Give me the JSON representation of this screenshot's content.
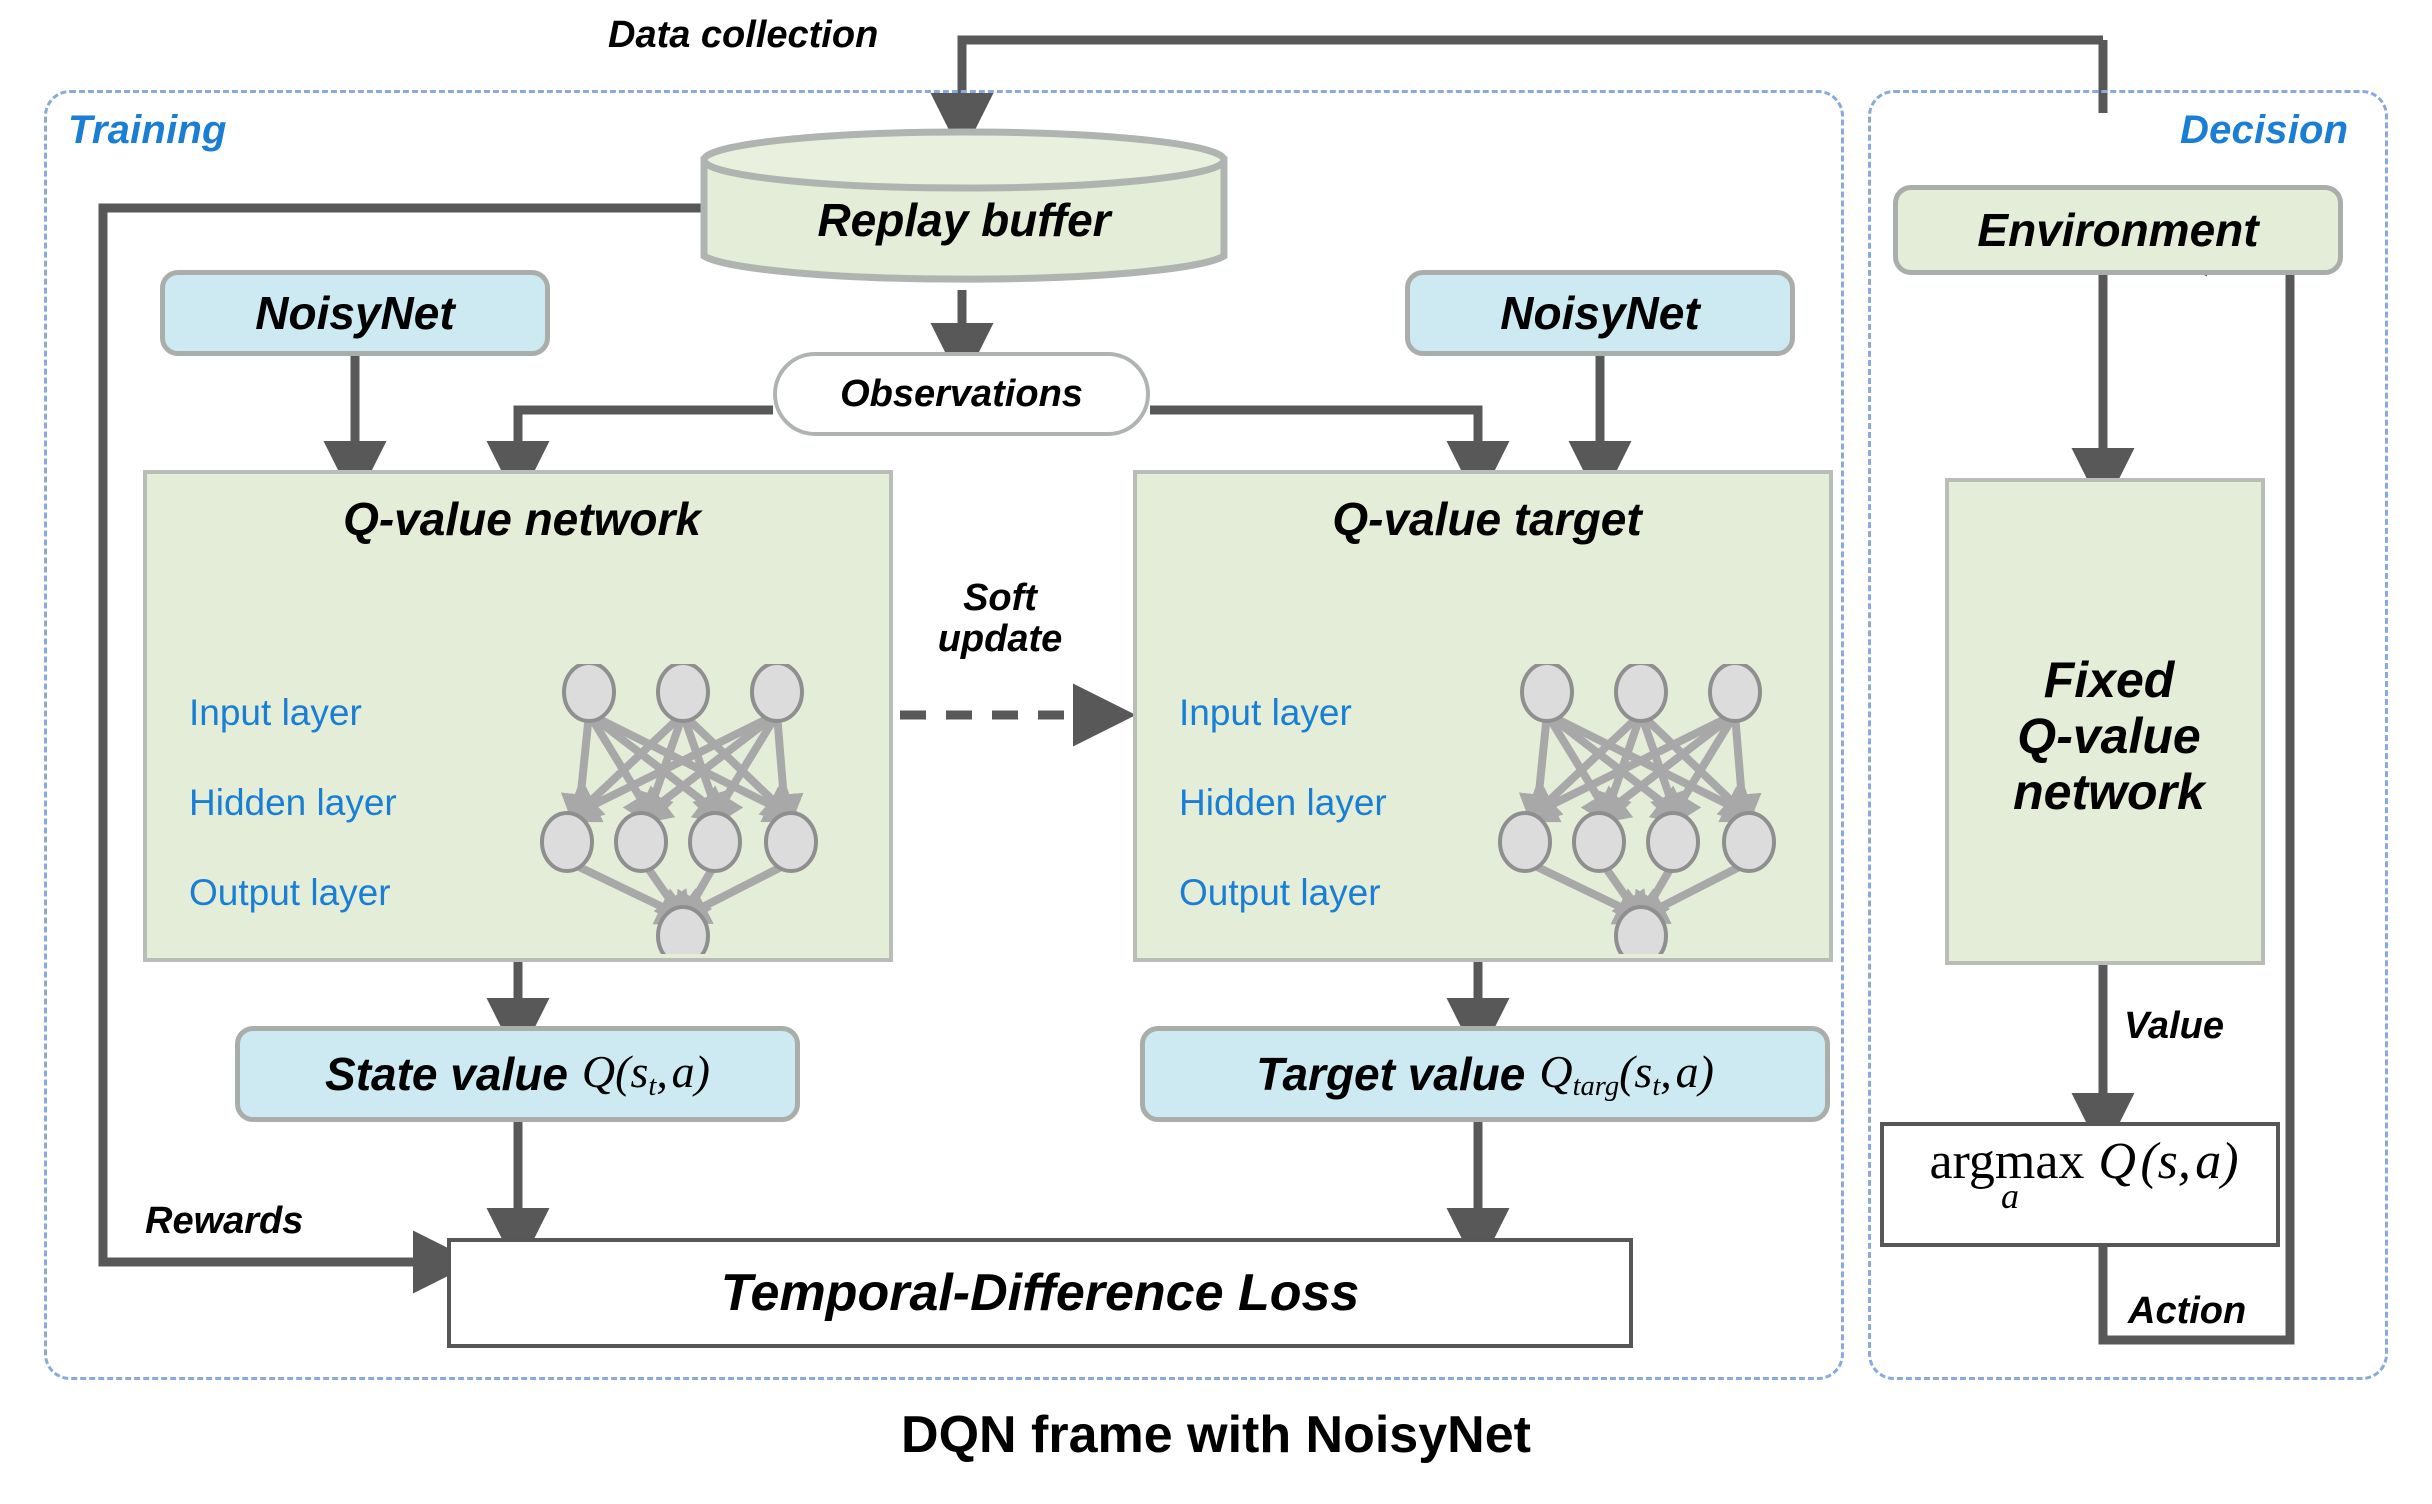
{
  "figure": {
    "caption": "DQN frame with NoisyNet"
  },
  "groups": [
    {
      "id": "training",
      "label": "Training"
    },
    {
      "id": "decision",
      "label": "Decision"
    }
  ],
  "edge_labels": {
    "data_collection": "Data collection",
    "soft_update_line1": "Soft",
    "soft_update_line2": "update",
    "rewards": "Rewards",
    "value": "Value",
    "action": "Action"
  },
  "training": {
    "replay_buffer": "Replay buffer",
    "observations": "Observations",
    "noisynet_left": "NoisyNet",
    "noisynet_right": "NoisyNet",
    "q_value_network": {
      "title": "Q-value network",
      "layers": [
        "Input layer",
        "Hidden layer",
        "Output layer"
      ],
      "architecture": {
        "input_nodes": 3,
        "hidden_nodes": 4,
        "output_nodes": 1
      }
    },
    "q_value_target": {
      "title": "Q-value target",
      "layers": [
        "Input layer",
        "Hidden layer",
        "Output layer"
      ],
      "architecture": {
        "input_nodes": 3,
        "hidden_nodes": 4,
        "output_nodes": 1
      }
    },
    "state_value": {
      "prefix": "State value",
      "symbol": "Q",
      "subscript": "",
      "args": "(s_t, a)"
    },
    "target_value": {
      "prefix": "Target value",
      "symbol": "Q",
      "subscript": "targ",
      "args": "(s_t, a)"
    },
    "td_loss": "Temporal-Difference Loss"
  },
  "decision": {
    "environment": "Environment",
    "fixed_q_network_lines": [
      "Fixed",
      "Q-value",
      "network"
    ],
    "argmax": {
      "operator": "argmax",
      "subscript": "a",
      "expression": "Q (s, a)"
    }
  },
  "colors": {
    "green_fill": "#e3edd7",
    "blue_fill": "#cdeaf2",
    "box_border": "#b0b4b0",
    "arrow": "#585858",
    "group_border": "#8aa9dd",
    "group_label": "#1a7fd4",
    "layer_label": "#1a7fd4",
    "node_fill": "#dcdcdc",
    "nn_edge": "#a8a8a8"
  }
}
